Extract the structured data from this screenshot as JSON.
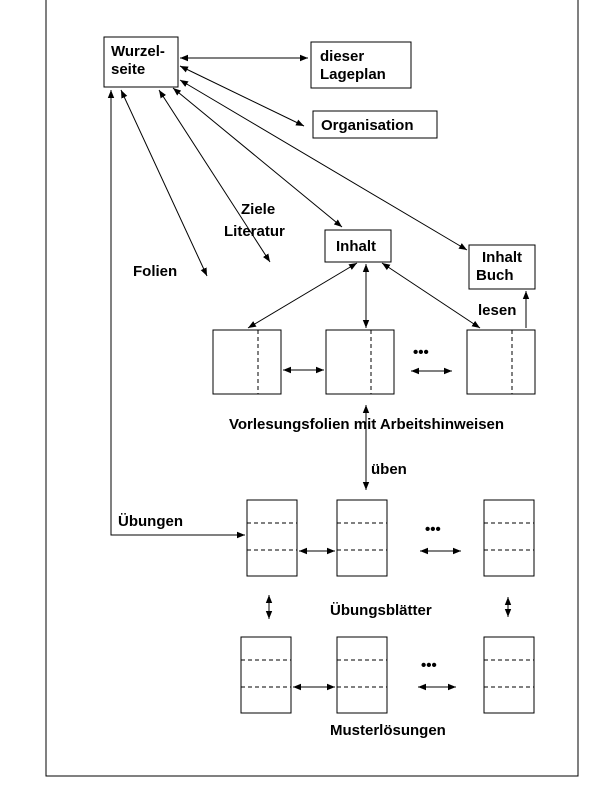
{
  "nodes": {
    "root_line1": "Wurzel-",
    "root_line2": "seite",
    "site_plan_line1": "dieser",
    "site_plan_line2": "Lageplan",
    "organisation": "Organisation",
    "contents": "Inhalt",
    "book_contents_line1": "Inhalt",
    "book_contents_line2": "Buch"
  },
  "labels": {
    "goals": "Ziele",
    "literature": "Literatur",
    "slides": "Folien",
    "read": "lesen",
    "lecture_slides": "Vorlesungsfolien mit Arbeitshinweisen",
    "practice": "üben",
    "exercises": "Übungen",
    "exercise_sheets": "Übungsblätter",
    "sample_solutions": "Musterlösungen",
    "ellipsis": "•••"
  }
}
